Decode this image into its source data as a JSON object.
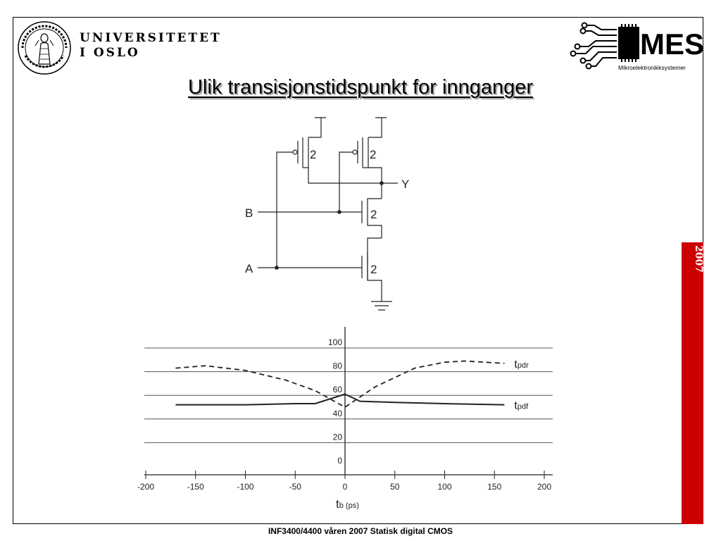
{
  "header": {
    "university_line1": "UNIVERSITETET",
    "university_line2": "I OSLO",
    "seal_icon": "university-seal-icon",
    "mes_logo_text": "MES",
    "mes_subtitle": "Mikroelektronikksystemer",
    "mes_icon": "chip-circuit-icon"
  },
  "slide": {
    "title": "Ulik transisjonstidspunkt for innganger",
    "year": "2007",
    "footer": "INF3400/4400 våren 2007 Statisk digital CMOS"
  },
  "circuit": {
    "input_a": "A",
    "input_b": "B",
    "output_y": "Y",
    "transistor_widths": [
      "2",
      "2",
      "2",
      "2"
    ]
  },
  "colors": {
    "accent_red": "#cc0000",
    "line": "#000000",
    "grid": "#555555"
  },
  "chart_data": {
    "type": "line",
    "xlabel": "t",
    "xlabel_sub": "b (ps)",
    "xlim": [
      -200,
      200
    ],
    "ylim": [
      0,
      100
    ],
    "xticks": [
      -200,
      -150,
      -100,
      -50,
      0,
      50,
      100,
      150,
      200
    ],
    "yticks": [
      0,
      20,
      40,
      60,
      80,
      100
    ],
    "grid": true,
    "series": [
      {
        "name": "t",
        "name_sub": "pdr",
        "style": "dashed",
        "x": [
          -170,
          -140,
          -100,
          -60,
          -30,
          0,
          30,
          70,
          100,
          120,
          160
        ],
        "y": [
          83,
          85,
          81,
          73,
          64,
          50,
          67,
          83,
          88,
          89,
          87
        ]
      },
      {
        "name": "t",
        "name_sub": "pdf",
        "style": "solid",
        "x": [
          -170,
          -100,
          -50,
          -30,
          0,
          15,
          50,
          100,
          160
        ],
        "y": [
          52,
          52,
          53,
          53,
          61,
          55,
          54,
          53,
          52
        ]
      }
    ]
  }
}
